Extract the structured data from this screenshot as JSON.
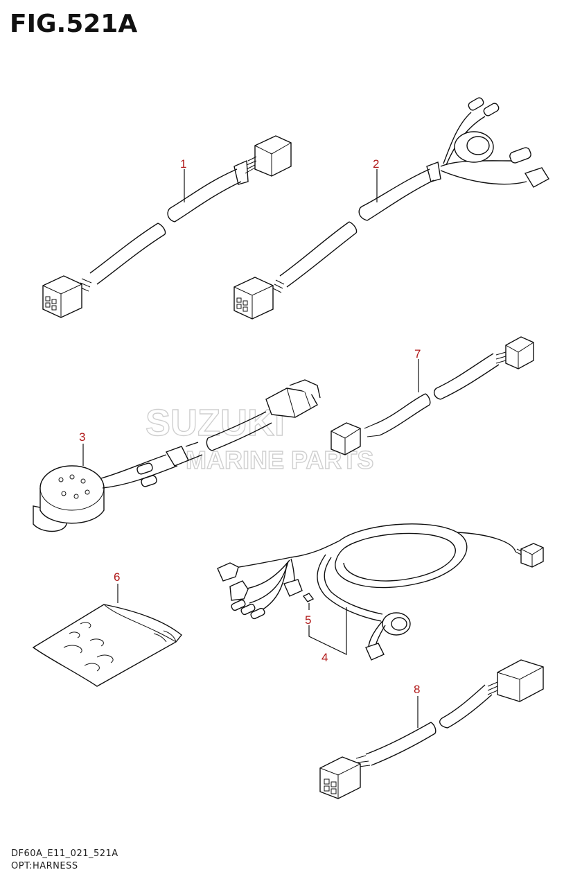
{
  "figure": {
    "title": "FIG.521A",
    "model_code": "DF60A_E11_021_521A",
    "section_name": "OPT:HARNESS"
  },
  "watermark": {
    "brand": "SUZUKI",
    "subtitle": "MARINE PARTS"
  },
  "callouts": [
    {
      "id": "1",
      "label": "1"
    },
    {
      "id": "2",
      "label": "2"
    },
    {
      "id": "3",
      "label": "3"
    },
    {
      "id": "4",
      "label": "4"
    },
    {
      "id": "5",
      "label": "5"
    },
    {
      "id": "6",
      "label": "6"
    },
    {
      "id": "7",
      "label": "7"
    },
    {
      "id": "8",
      "label": "8"
    }
  ],
  "colors": {
    "callout": "#b01818",
    "line": "#111111",
    "watermark": "#cfcfcf"
  }
}
